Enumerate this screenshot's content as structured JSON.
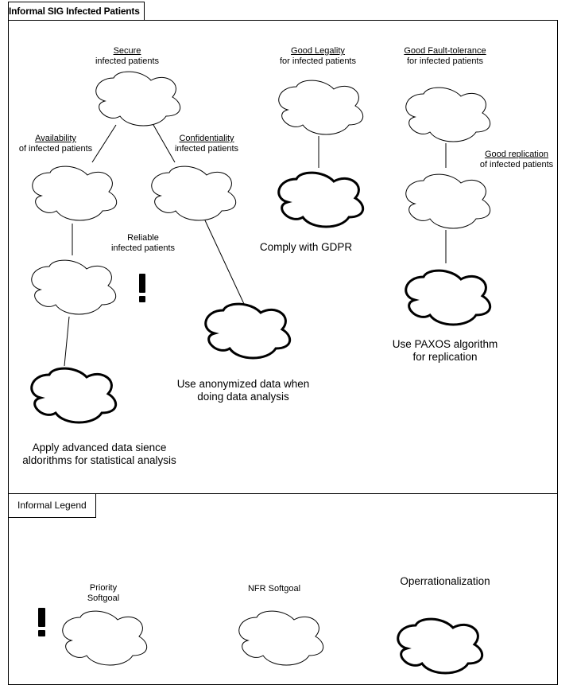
{
  "sig_panel": {
    "title": "Informal SIG Infected Patients"
  },
  "legend_panel": {
    "title": "Informal Legend"
  },
  "softgoals": {
    "secure": {
      "attribute": "Secure",
      "topic": "infected patients"
    },
    "availability": {
      "attribute": "Availability",
      "topic": "of infected patients"
    },
    "confidentiality": {
      "attribute": "Confidentiality",
      "topic": "infected patients"
    },
    "reliable": {
      "line1": "Reliable",
      "line2": "infected patients"
    },
    "legality": {
      "attribute": "Good Legality",
      "topic": "for infected patients"
    },
    "fault_tolerance": {
      "attribute": "Good Fault-tolerance",
      "topic": "for infected patients"
    },
    "replication": {
      "attribute": "Good replication",
      "topic": "of infected patients"
    }
  },
  "operationalizations": {
    "gdpr": {
      "line1": "Comply with GDPR"
    },
    "anonymized": {
      "line1": "Use anonymized data when",
      "line2": "doing data analysis"
    },
    "data_science": {
      "line1": "Apply advanced data sience",
      "line2": "aldorithms for statistical analysis"
    },
    "paxos": {
      "line1": "Use PAXOS algorithm",
      "line2": "for replication"
    }
  },
  "legend": {
    "priority": {
      "line1": "Priority",
      "line2": "Softgoal"
    },
    "nfr": {
      "label": "NFR Softgoal"
    },
    "operationalization": {
      "label": "Operrationalization"
    }
  },
  "icons": [
    "cloud-icon",
    "priority-exclamation-icon"
  ],
  "colors": {
    "stroke": "#000000",
    "background": "#ffffff"
  }
}
